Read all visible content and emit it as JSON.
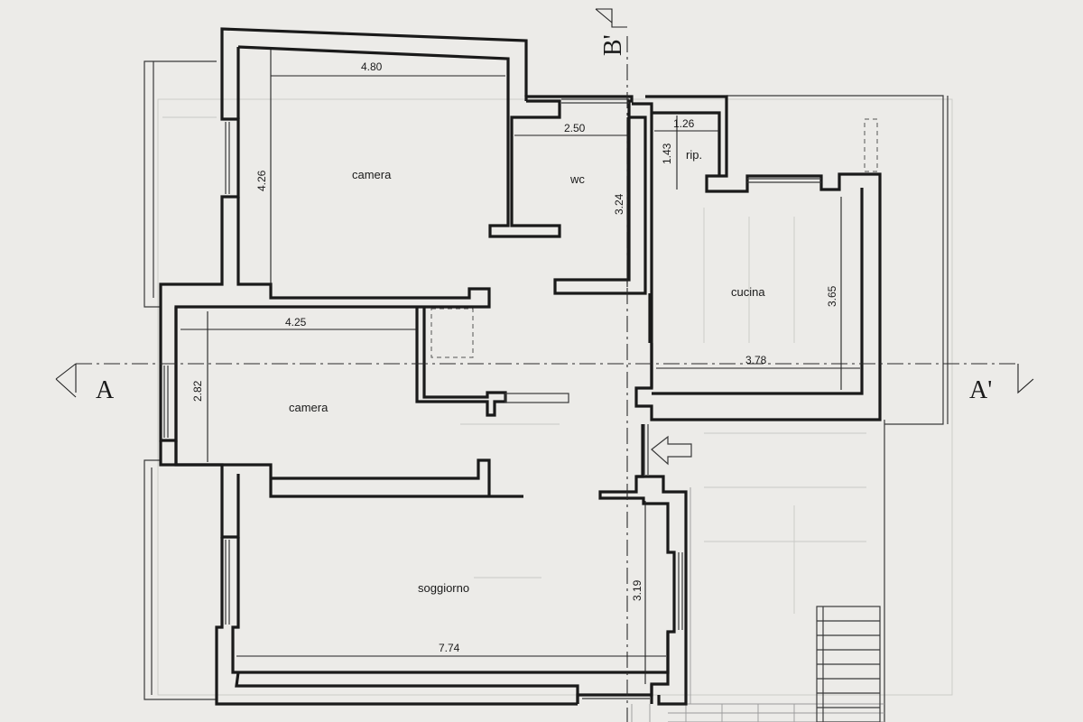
{
  "rooms": {
    "camera_top": "camera",
    "wc": "wc",
    "rip": "rip.",
    "cucina": "cucina",
    "camera_left": "camera",
    "soggiorno": "soggiorno"
  },
  "dimensions": {
    "camera_top_width": "4.80",
    "camera_top_height": "4.26",
    "wc_width": "2.50",
    "wc_height": "3.24",
    "rip_width": "1.26",
    "rip_height": "1.43",
    "cucina_height": "3.65",
    "cucina_width": "3.78",
    "camera_left_width": "4.25",
    "camera_left_height": "2.82",
    "soggiorno_height": "3.19",
    "soggiorno_width": "7.74"
  },
  "section_marks": {
    "a": "A",
    "a_prime": "A'",
    "b_prime": "B'"
  }
}
